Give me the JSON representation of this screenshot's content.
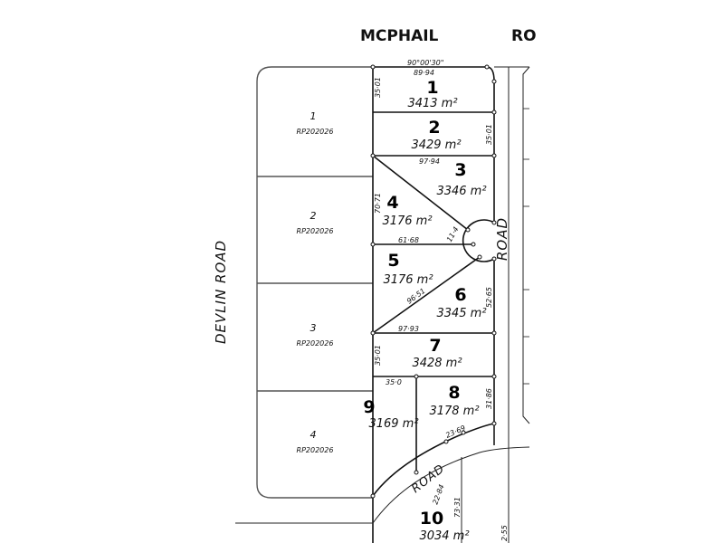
{
  "roads": {
    "north": "MCPHAIL",
    "north_cut": "RO",
    "west": "DEVLIN ROAD",
    "east": "ROAD",
    "south": "ROAD"
  },
  "bearing": "90°00'30\"",
  "lots": [
    {
      "number": "1",
      "area": "3413 m²"
    },
    {
      "number": "2",
      "area": "3429 m²"
    },
    {
      "number": "3",
      "area": "3346 m²"
    },
    {
      "number": "4",
      "area": "3176 m²"
    },
    {
      "number": "5",
      "area": "3176 m²"
    },
    {
      "number": "6",
      "area": "3345 m²"
    },
    {
      "number": "7",
      "area": "3428 m²"
    },
    {
      "number": "8",
      "area": "3178 m²"
    },
    {
      "number": "9",
      "area": "3169 m²"
    },
    {
      "number": "10",
      "area": "3034 m²"
    }
  ],
  "existing_lots": [
    {
      "number": "1",
      "plan": "RP202026"
    },
    {
      "number": "2",
      "plan": "RP202026"
    },
    {
      "number": "3",
      "plan": "RP202026"
    },
    {
      "number": "4",
      "plan": "RP202026"
    }
  ],
  "dimensions": {
    "d_89_94": "89·94",
    "d_35_01_a": "35·01",
    "d_35_01_b": "35·01",
    "d_97_94": "97·94",
    "d_70_71": "70·71",
    "d_11_4": "11·4",
    "d_61_68": "61·68",
    "d_96_51": "96·51",
    "d_52_65": "52·65",
    "d_97_93": "97·93",
    "d_35_01_c": "35·01",
    "d_35_0": "35·0",
    "d_31_86": "31·86",
    "d_23_69": "23·69",
    "d_22_84": "22·84",
    "d_73_31": "73·31",
    "d_2_55": "2·55"
  }
}
